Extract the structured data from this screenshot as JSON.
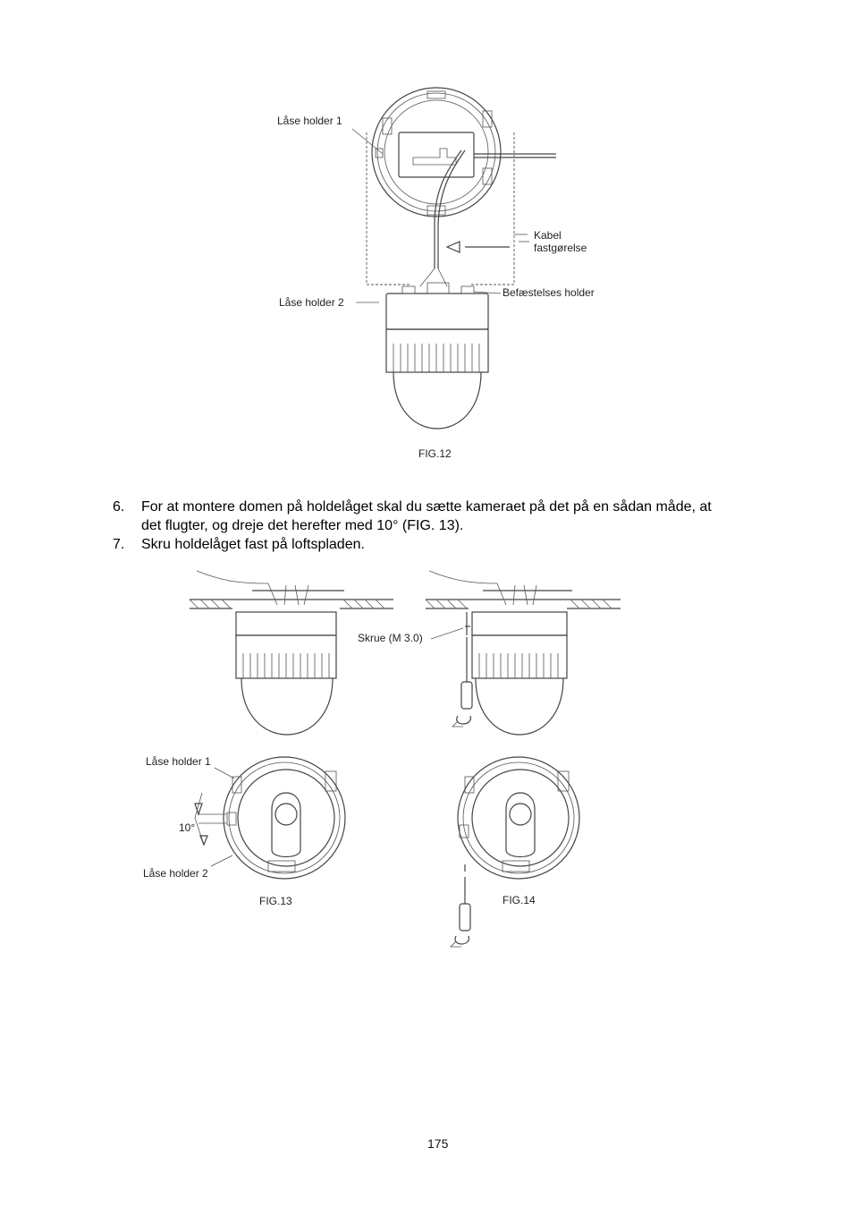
{
  "fig12": {
    "label_lock1": "Låse holder 1",
    "label_lock2": "Låse holder 2",
    "label_cable": "Kabel\nfastgørelse",
    "label_cable_line1": "Kabel",
    "label_cable_line2": "fastgørelse",
    "label_mount": "Befæstelses holder",
    "caption": "FIG.12"
  },
  "steps": [
    {
      "num": "6.",
      "line1": "For at montere domen på holdelåget skal du sætte kameraet på det på en sådan måde, at",
      "line2": "det flugter, og dreje det herefter med 10° (FIG. 13)."
    },
    {
      "num": "7.",
      "line1": "Skru holdelåget fast på loftspladen."
    }
  ],
  "fig13": {
    "label_screw": "Skrue (M 3.0)",
    "label_lock1": "Låse holder 1",
    "label_angle": "10°",
    "label_lock2": "Låse holder 2",
    "caption": "FIG.13"
  },
  "fig14": {
    "caption": "FIG.14"
  },
  "page_number": "175"
}
